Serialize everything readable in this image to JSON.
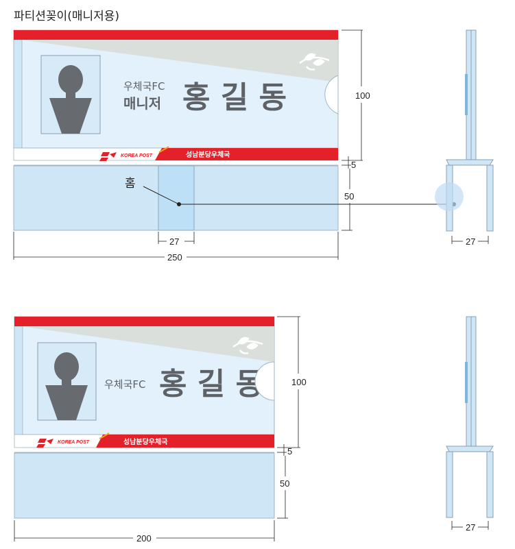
{
  "title": "파티션꽂이(매니저용)",
  "colors": {
    "red_bar": "#e4202a",
    "card_bg": "#e2f1fb",
    "panel_bg": "#cfe6f6",
    "silhouette": "#676a6f",
    "outline": "#8a9fb0",
    "groove": "#bde0f6",
    "text_gray": "#5e6166"
  },
  "card_top": {
    "org": "우체국FC",
    "role": "매니저",
    "name": "홍 길 동",
    "brand": "KOREA POST",
    "branch": "성남분당우체국",
    "photo_icon": "person-silhouette-icon"
  },
  "card_bottom": {
    "org": "우체국FC",
    "name": "홍 길 동",
    "brand": "KOREA POST",
    "branch": "성남분당우체국",
    "photo_icon": "person-silhouette-icon"
  },
  "dims_top": {
    "height_card": "100",
    "gap": "5",
    "height_base": "50",
    "groove_width": "27",
    "total_width": "250",
    "groove_label": "홈",
    "side_width": "27"
  },
  "dims_bottom": {
    "height_card": "100",
    "gap": "5",
    "height_base": "50",
    "total_width": "200",
    "side_width": "27"
  }
}
